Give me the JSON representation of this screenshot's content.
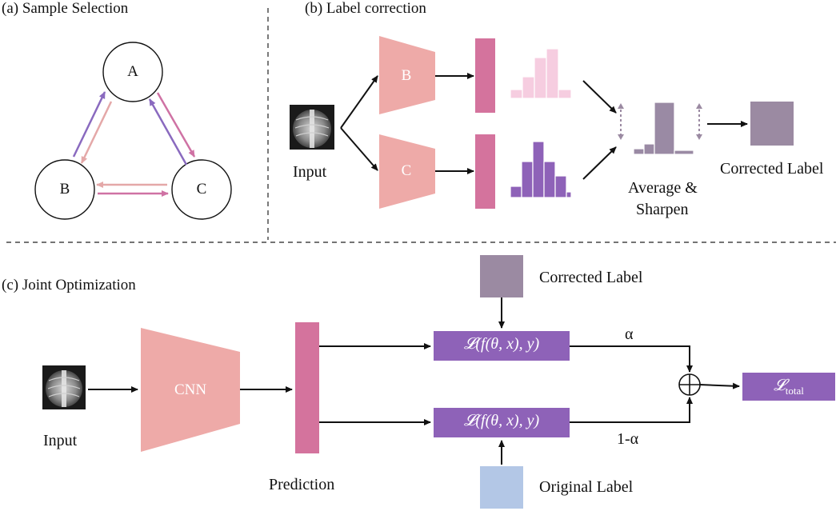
{
  "colors": {
    "pink_trap": "#eeaaa8",
    "magenta_bar": "#d4739d",
    "hist_pink": "#f6cde0",
    "hist_purple": "#8e62b8",
    "hist_gray": "#9a8aa4",
    "corrected_box": "#9b8aa2",
    "loss_box": "#8e62b8",
    "original_box": "#b3c7e6",
    "arrow_purple": "#8a6abf",
    "arrow_pink": "#e4a8a8",
    "arrow_magenta": "#cf72a4"
  },
  "panel_a": {
    "title": "(a) Sample Selection",
    "nodes": {
      "a": "A",
      "b": "B",
      "c": "C"
    }
  },
  "panel_b": {
    "title": "(b) Label correction",
    "input_label": "Input",
    "net_top": "B",
    "net_bottom": "C",
    "average_line1": "Average &",
    "average_line2": "Sharpen",
    "corrected_label": "Corrected Label"
  },
  "panel_c": {
    "title": "(c) Joint Optimization",
    "input_label": "Input",
    "cnn_label": "CNN",
    "prediction_label": "Prediction",
    "corrected_label": "Corrected Label",
    "original_label": "Original Label",
    "loss_top_text": "𝓛(f(θ,  x), y)",
    "loss_bottom_text": "𝓛(f(θ,  x), y)",
    "alpha": "α",
    "one_minus_alpha": "1-α",
    "total_main": "𝓛",
    "total_sub": "total"
  }
}
